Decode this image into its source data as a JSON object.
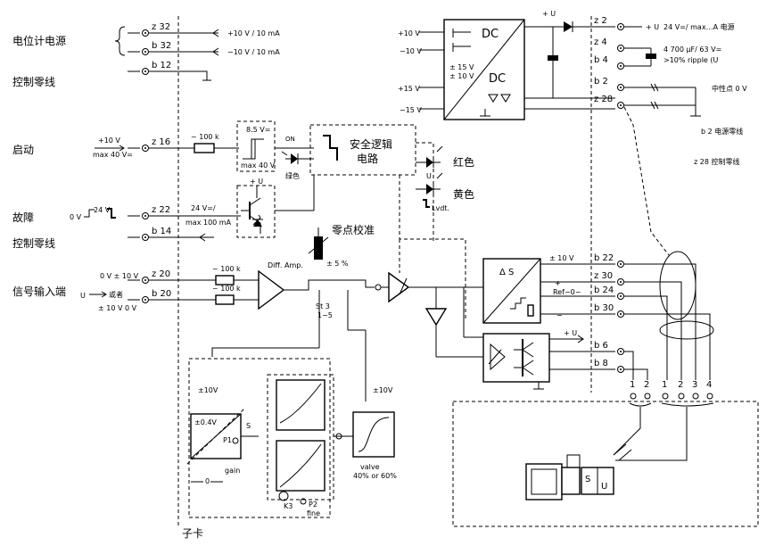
{
  "labels": {
    "pot_supply": "电位计电源",
    "ctrl_zero_1": "控制零线",
    "start": "启动",
    "fault": "故障",
    "ctrl_zero_2": "控制零线",
    "signal_input": "信号输入端",
    "safety_logic": "安全逻辑电路",
    "zero_adjust": "零点校准",
    "red": "红色",
    "yellow": "黄色",
    "green": "绿色",
    "neutral": "中性点 0 V",
    "b2_note": "b 2 电源零线",
    "z28_note": "z 28 控制零线",
    "daughter_card": "子卡",
    "or": "或者"
  },
  "pins": {
    "z32": "z  32",
    "b32": "b  32",
    "b12": "b  12",
    "z16": "z  16",
    "z22": "z  22",
    "b14": "b  14",
    "z20": "z  20",
    "b20": "b  20",
    "rz2": "z  2",
    "rz4": "z  4",
    "rb4": "b  4",
    "rb2": "b  2",
    "rz28": "z  28",
    "rb22": "b  22",
    "rz30": "z  30",
    "rb24": "b  24",
    "rb30": "b  30",
    "rb6": "b  6",
    "rb8": "b  8"
  },
  "texts": {
    "v10_plus": "+10 V / 10 mA",
    "v10_minus": "−10 V / 10 mA",
    "plus10": "+10 V",
    "max40": "max 40 V=",
    "r100k_start": "~ 100 k",
    "th85": "8.5 V=",
    "max40b": "max 40 V",
    "on": "ON",
    "uk": "+ U",
    "v24": "24 V",
    "ov": "0 V",
    "v24b": "24 V=/",
    "max100": "max 100 mA",
    "in_top": "0 V  ± 10 V",
    "in_bot": "± 10 V    0 V",
    "ue": "U",
    "r100k_a": "~ 100 k",
    "r100k_b": "~ 100 k",
    "diff_amp": "Diff. Amp.",
    "st3": "St 3",
    "st3b": "1−5",
    "pm5": "± 5 %",
    "dc_top": "DC",
    "dc_mid": "DC",
    "pm15": "± 15 V",
    "pm10": "± 10 V",
    "ps_plus10": "+10 V",
    "ps_minus10": "−10 V",
    "ps_plus15": "+15 V",
    "ps_minus15": "−15 V",
    "ub_supply": "+ U",
    "supply_note": "24 V=/ max…A  电源",
    "cap_note1": "4 700 μF/ 63 V=",
    "cap_note2": ">10% ripple (U",
    "ub_led": "U",
    "lvdt": "Lvdt.",
    "delta_s": "Δ S",
    "pm10_out": "± 10 V",
    "plus_sym": "+",
    "minus_sym": "−",
    "ref0": "Ref−0−",
    "tilde": "~",
    "pm10v": "±10V",
    "pm04": "±0.4V",
    "p1": "P1",
    "gain": "gain",
    "zero": "0",
    "valve": "valve",
    "valve_opt": "40% or 60%",
    "k3": "K3",
    "p2": "P2",
    "fine": "fine",
    "s_letter": "S",
    "pm10v_r": "±10V",
    "n1": "1",
    "n2": "2",
    "n3": "1",
    "n4": "2",
    "n5": "3",
    "n6": "4",
    "su_s": "S",
    "su_u": "U"
  }
}
